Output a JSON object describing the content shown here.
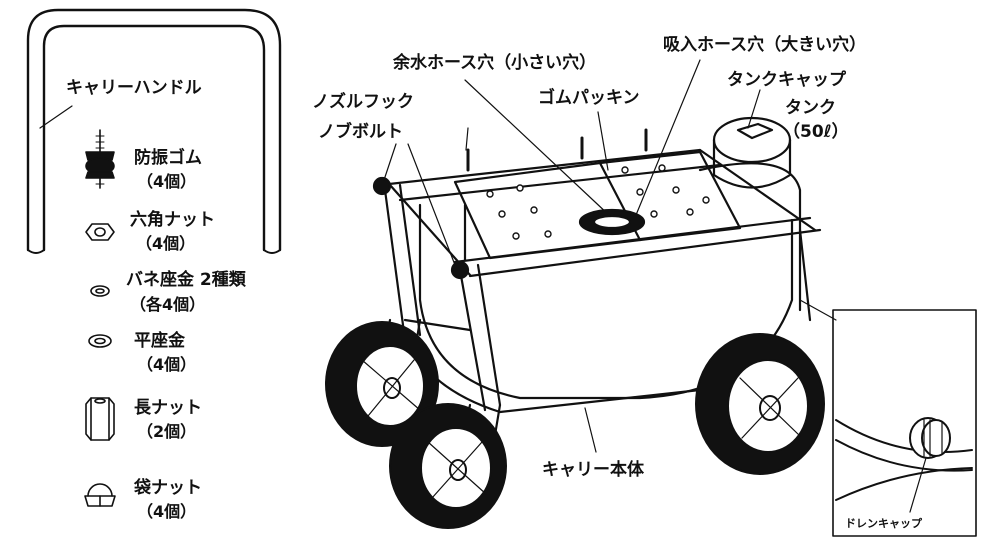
{
  "labels": {
    "carry_handle": "キャリーハンドル",
    "nozzle_hook": "ノズルフック",
    "knob_bolt": "ノブボルト",
    "drain_hose_hole": "余水ホース穴（小さい穴）",
    "suction_hose_hole": "吸入ホース穴（大きい穴）",
    "rubber_packing": "ゴムパッキン",
    "tank_cap": "タンクキャップ",
    "tank": "タンク",
    "tank_capacity": "（50ℓ）",
    "carrier_body": "キャリー本体",
    "drain_cap": "ドレンキャップ"
  },
  "parts": [
    {
      "name": "防振ゴム",
      "count": "（4個）",
      "icon": "vibration-rubber-icon"
    },
    {
      "name": "六角ナット",
      "count": "（4個）",
      "icon": "hex-nut-icon"
    },
    {
      "name": "バネ座金 2種類",
      "count": "（各4個）",
      "icon": "spring-washer-icon"
    },
    {
      "name": "平座金",
      "count": "（4個）",
      "icon": "flat-washer-icon"
    },
    {
      "name": "長ナット",
      "count": "（2個）",
      "icon": "long-nut-icon"
    },
    {
      "name": "袋ナット",
      "count": "（4個）",
      "icon": "cap-nut-icon"
    }
  ]
}
